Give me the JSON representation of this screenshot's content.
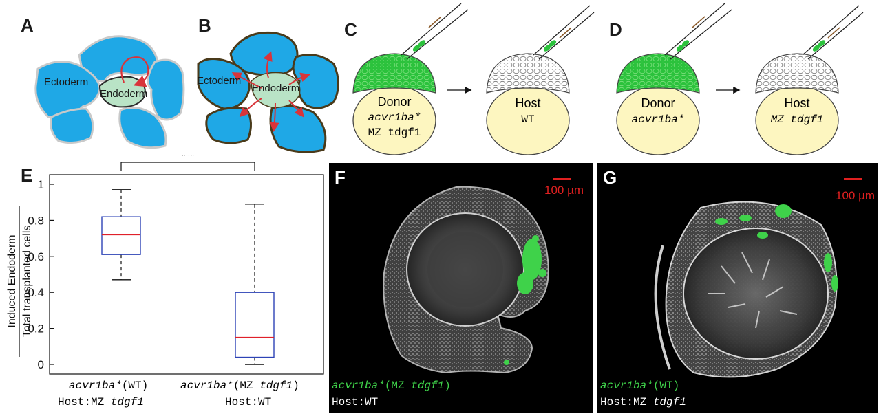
{
  "panels": {
    "a": {
      "label": "A",
      "ectoderm": "Ectoderm",
      "endoderm": "Endoderm"
    },
    "b": {
      "label": "B",
      "ectoderm": "Ectoderm",
      "endoderm": "Endoderm"
    },
    "c": {
      "label": "C",
      "donor_title": "Donor",
      "donor_genotype_1": "acvr1ba*",
      "donor_genotype_2": "MZ tdgf1",
      "host_title": "Host",
      "host_genotype": "WT"
    },
    "d": {
      "label": "D",
      "donor_title": "Donor",
      "donor_genotype": "acvr1ba*",
      "host_title": "Host",
      "host_genotype": "MZ tdgf1"
    },
    "e": {
      "label": "E"
    },
    "f": {
      "label": "F",
      "scale": "100 µm",
      "caption_donor_a": "acvr1ba*",
      "caption_donor_b": "(MZ ",
      "caption_donor_c": "tdgf1",
      "caption_donor_d": ")",
      "caption_host": "Host:WT"
    },
    "g": {
      "label": "G",
      "scale": "100 µm",
      "caption_donor_a": "acvr1ba*",
      "caption_donor_b": "(WT)",
      "caption_host_a": "Host:MZ ",
      "caption_host_b": "tdgf1"
    }
  },
  "colors": {
    "cell_blue": "#1fa8e6",
    "endoderm_green": "#b9e3c6",
    "arrow_red": "#d9343a",
    "yolk": "#fdf6c0",
    "gfp_green": "#3fd24a",
    "box_blue": "#2d43b6",
    "median_red": "#e0202a"
  },
  "chart_data": {
    "type": "box",
    "title": "",
    "ylabel_numerator": "Induced Endoderm",
    "ylabel_denominator": "Total transplanted cells",
    "ylim": [
      0,
      1
    ],
    "yticks": [
      "0",
      "0.2",
      "0.4",
      "0.6",
      "0.8",
      "1"
    ],
    "categories": [
      {
        "line1_a": "acvr1ba*",
        "line1_b": "(WT)",
        "line2_a": "Host:MZ ",
        "line2_b": "tdgf1"
      },
      {
        "line1_a": "acvr1ba*",
        "line1_b": "(MZ ",
        "line1_c": "tdgf1",
        "line1_d": ")",
        "line2_a": "Host:WT"
      }
    ],
    "boxes": [
      {
        "whisker_low": 0.47,
        "q1": 0.61,
        "median": 0.72,
        "q3": 0.82,
        "whisker_high": 0.97
      },
      {
        "whisker_low": 0.0,
        "q1": 0.04,
        "median": 0.15,
        "q3": 0.4,
        "whisker_high": 0.89
      }
    ],
    "significance": "***"
  }
}
